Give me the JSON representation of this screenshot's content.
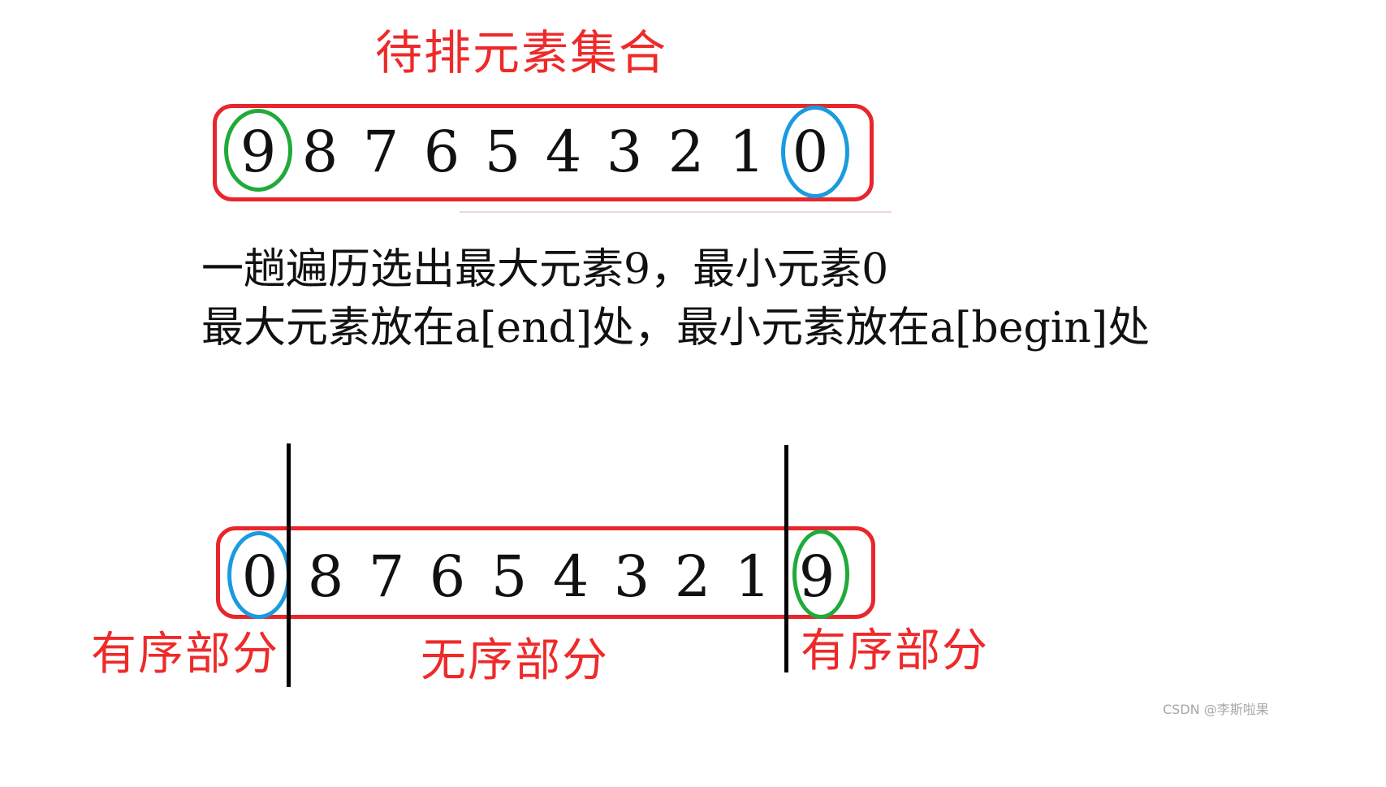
{
  "title": "待排元素集合",
  "description": {
    "line1": "一趟遍历选出最大元素9，最小元素0",
    "line2": "最大元素放在a[end]处，最小元素放在a[begin]处"
  },
  "array_before": [
    "9",
    "8",
    "7",
    "6",
    "5",
    "4",
    "3",
    "2",
    "1",
    "0"
  ],
  "array_after": [
    "0",
    "8",
    "7",
    "6",
    "5",
    "4",
    "3",
    "2",
    "1",
    "9"
  ],
  "labels": {
    "sorted_left": "有序部分",
    "unsorted": "无序部分",
    "sorted_right": "有序部分"
  },
  "watermark": "CSDN @李斯啦果",
  "colors": {
    "box_border": "#e8262b",
    "text_red": "#ee2a2a",
    "max_circle": "#1faa3a",
    "min_circle": "#1a9be0",
    "divider": "#000000"
  }
}
